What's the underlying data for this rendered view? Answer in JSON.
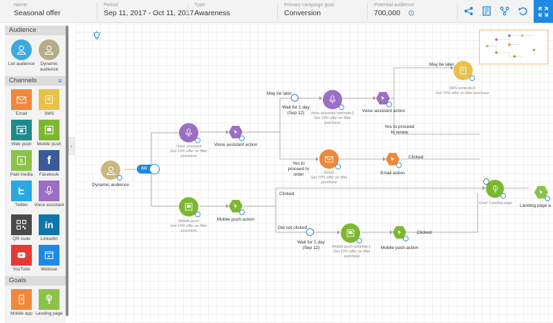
{
  "header": {
    "name_label": "Name:",
    "name_value": "Seasonal offer",
    "period_label": "Period:",
    "period_value": "Sep 11, 2017 - Oct 11, 2017",
    "type_label": "Type:",
    "type_value": "Awareness",
    "goal_label": "Primary campaign goal:",
    "goal_value": "Conversion",
    "audience_label": "Potential audience:",
    "audience_value": "700,000"
  },
  "sidebar": {
    "audience_title": "Audience",
    "audience_items": [
      "List audience",
      "Dynamic audience"
    ],
    "channels_title": "Channels",
    "channel_items": [
      "Email",
      "SMS",
      "Web push",
      "Mobile push",
      "Paid media",
      "Facebook",
      "Twitter",
      "Voice assistant",
      "QR code",
      "LinkedIn",
      "YouTube",
      "Webinar"
    ],
    "goals_title": "Goals",
    "goal_items": [
      "Mobile app",
      "Landing page"
    ]
  },
  "flow": {
    "dynamic_audience": "Dynamic audience",
    "toggle_all": "All",
    "voice_assistant": "Voice assistant",
    "voice_assistant_sub": "Get 10% offer on filter purchase",
    "voice_assistant_action": "Voice assistant action",
    "mobile_push": "Mobile push",
    "mobile_push_sub": "Get 10% offer on filter purchase",
    "mobile_push_action": "Mobile push action",
    "may_be_later_1": "May be later",
    "wait_1": "Wait for 1 day (Sep 12)",
    "voice_reminder": "Voice assistant reminder1:",
    "voice_reminder_sub": "Get 10% offer on filter purchase",
    "voice_assistant_action_2": "Voice assistant action",
    "yes_renew": "Yes to proceed to renew",
    "may_be_later_2": "May be later",
    "sms_reminder": "SMS reminder2:",
    "sms_reminder_sub": "Get 10% offer on filter purchase",
    "yes_order": "Yes to proceed to order",
    "email": "Email",
    "email_sub": "Get 10% offer on filter purchase",
    "email_action": "Email action",
    "clicked_1": "Clicked",
    "clicked_2": "Clicked",
    "goal_landing": "Goal: Landing page",
    "landing_page_action": "Landing page a",
    "not_clicked": "Did not clicked",
    "wait_2": "Wait for 1 day (Sep 12)",
    "push_reminder": "Mobile push reminder1:",
    "push_reminder_sub": "Get 10% offer on filter purchase",
    "mobile_push_action_2": "Mobile push action",
    "clicked_3": "Clicked"
  },
  "colors": {
    "accent": "#1e88e5",
    "audience": "#c9b97f",
    "voice": "#9b6fc3",
    "mobile": "#7cb82f",
    "email": "#f0883a",
    "sms": "#e8c14a"
  }
}
